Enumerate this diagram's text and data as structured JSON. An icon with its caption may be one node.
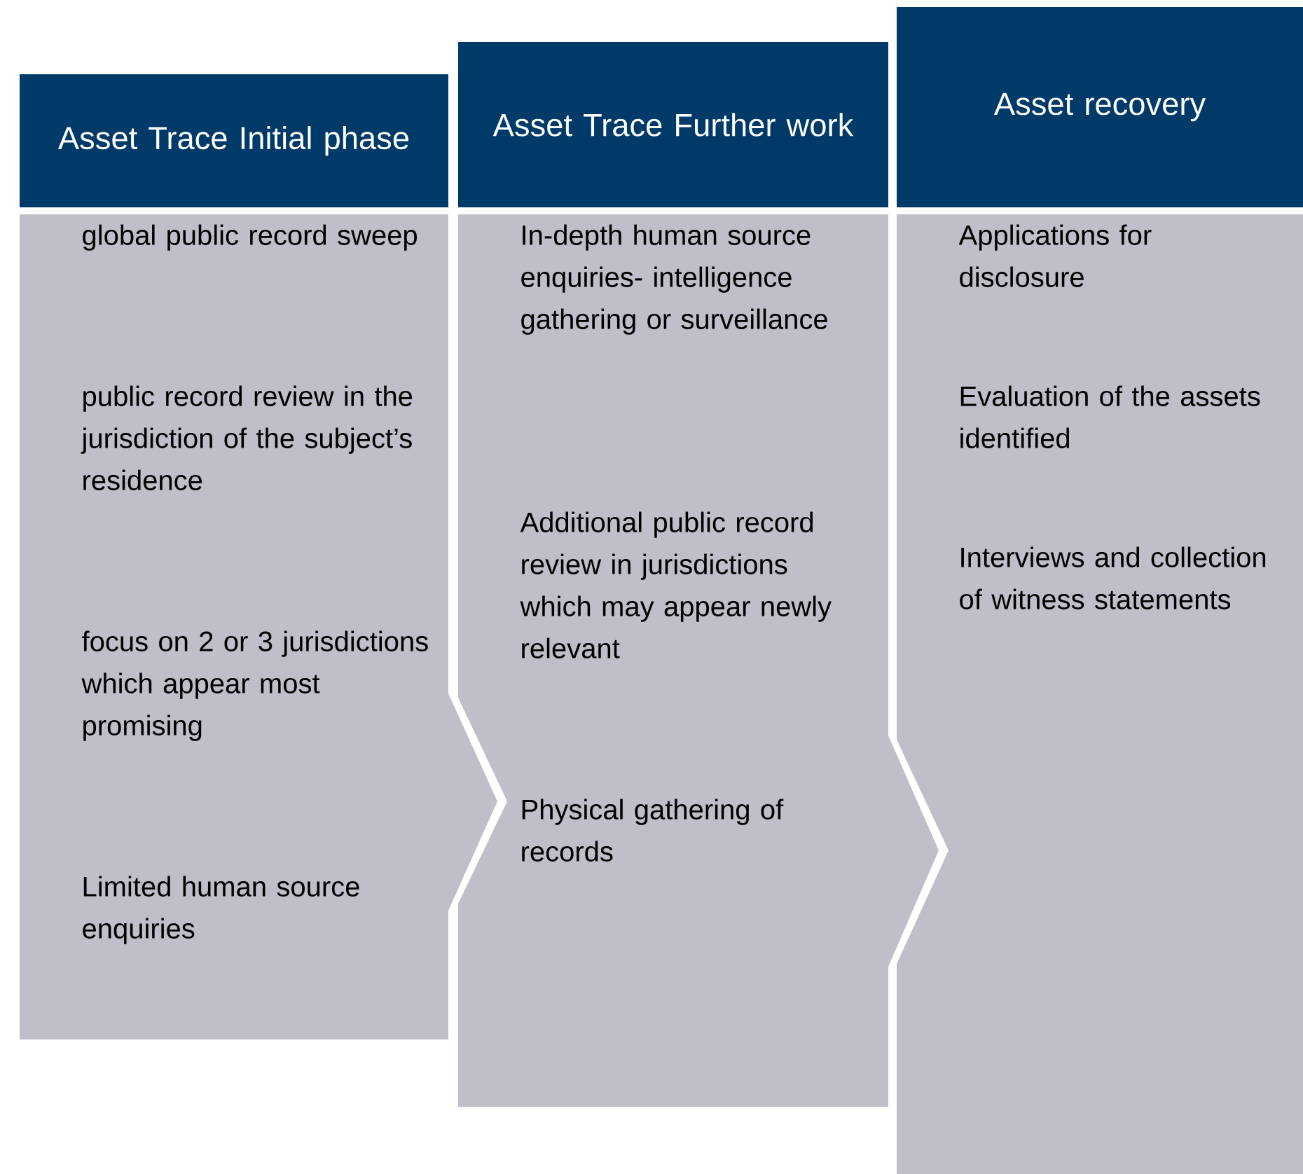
{
  "diagram": {
    "nodes": [
      {
        "text": [
          "Asset Trace Initial phase",
          "global public record sweep",
          "public record review in the jurisdiction of the subject’s residence",
          "focus on 2 or 3 jurisdictions which appear most promising",
          "Limited human source enquiries"
        ]
      },
      {
        "text": [
          "Asset Trace Further work",
          "In-depth human source enquiries- intelligence gathering or surveillance",
          "Additional public record review in jurisdictions which may appear newly relevant",
          "Physical gathering of records"
        ]
      },
      {
        "text": [
          "Asset recovery",
          "Applications for disclosure",
          "Evaluation of the assets identified",
          "Interviews and collection of witness statements"
        ]
      }
    ]
  }
}
